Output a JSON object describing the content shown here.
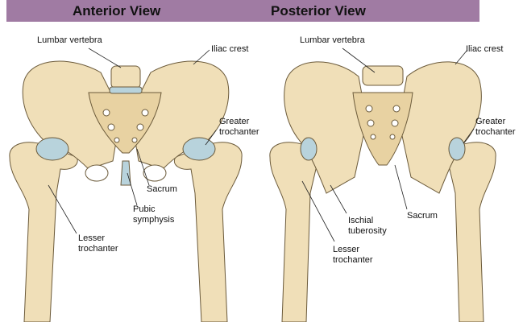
{
  "header": {
    "color": "#a07ba3"
  },
  "views": [
    {
      "title": "Anterior View",
      "labels": {
        "lumbar_vertebra": "Lumbar vertebra",
        "iliac_crest": "Iliac crest",
        "greater_trochanter_1": "Greater",
        "greater_trochanter_2": "trochanter",
        "sacrum": "Sacrum",
        "pubic_symphysis_1": "Pubic",
        "pubic_symphysis_2": "symphysis",
        "lesser_trochanter_1": "Lesser",
        "lesser_trochanter_2": "trochanter"
      }
    },
    {
      "title": "Posterior View",
      "labels": {
        "lumbar_vertebra": "Lumbar vertebra",
        "iliac_crest": "Iliac crest",
        "greater_trochanter_1": "Greater",
        "greater_trochanter_2": "trochanter",
        "sacrum": "Sacrum",
        "ischial_tuberosity_1": "Ischial",
        "ischial_tuberosity_2": "tuberosity",
        "lesser_trochanter_1": "Lesser",
        "lesser_trochanter_2": "trochanter"
      }
    }
  ]
}
